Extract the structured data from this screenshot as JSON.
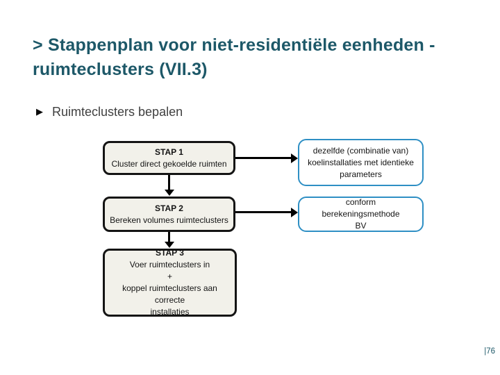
{
  "slide": {
    "title_line1": "> Stappenplan voor niet-residentiële eenheden -",
    "title_line2": "ruimteclusters (VII.3)",
    "bullet": {
      "icon": "▶",
      "label": "Ruimteclusters bepalen"
    },
    "page_number": "|76"
  },
  "diagram": {
    "type": "flowchart",
    "steps": [
      {
        "title": "STAP 1",
        "lines": [
          "Cluster direct gekoelde ruimten"
        ]
      },
      {
        "title": "STAP 2",
        "lines": [
          "Bereken volumes ruimteclusters"
        ]
      },
      {
        "title": "STAP 3",
        "lines": [
          "Voer ruimteclusters in",
          "+",
          "koppel ruimteclusters aan correcte",
          "installaties"
        ]
      }
    ],
    "notes": [
      {
        "lines": [
          "dezelfde (combinatie van)",
          "koelinstallaties met identieke",
          "parameters"
        ],
        "full_text": "dezelfde (combinatie van) koelinstallaties met identieke parameters"
      },
      {
        "lines": [
          "conform berekeningsmethode",
          "BV"
        ],
        "full_text": "conform berekeningsmethode BV"
      }
    ],
    "connections": [
      "STAP 1 → note 1 (right arrow)",
      "STAP 2 → note 2 (right arrow)",
      "STAP 1 → STAP 2 (down arrow)",
      "STAP 2 → STAP 3 (down arrow)"
    ]
  },
  "colors": {
    "title": "#1d5868",
    "body_text": "#3f3f3f",
    "step_box_fill": "#f2f1ea",
    "step_box_border": "#141414",
    "note_box_border": "#2e8fc4",
    "arrow": "#000000",
    "background": "#ffffff"
  }
}
